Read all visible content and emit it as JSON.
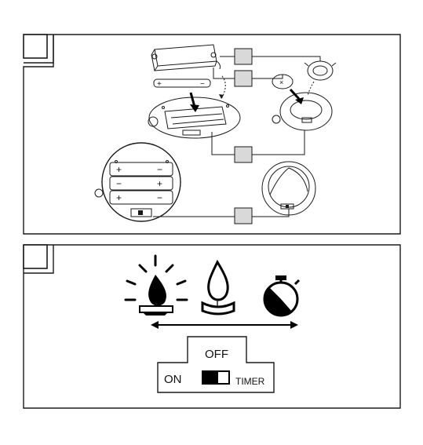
{
  "switch": {
    "off_label": "OFF",
    "on_label": "ON",
    "timer_label": "TIMER"
  },
  "battery": {
    "plus": "+",
    "minus": "−"
  },
  "colors": {
    "line": "#1a1a1a",
    "callout_fill": "#d9d9d9",
    "flame_fill": "#000000"
  },
  "icons": [
    "flicker-candle-icon",
    "steady-candle-icon",
    "stopwatch-timer-icon",
    "double-arrow-icon"
  ]
}
